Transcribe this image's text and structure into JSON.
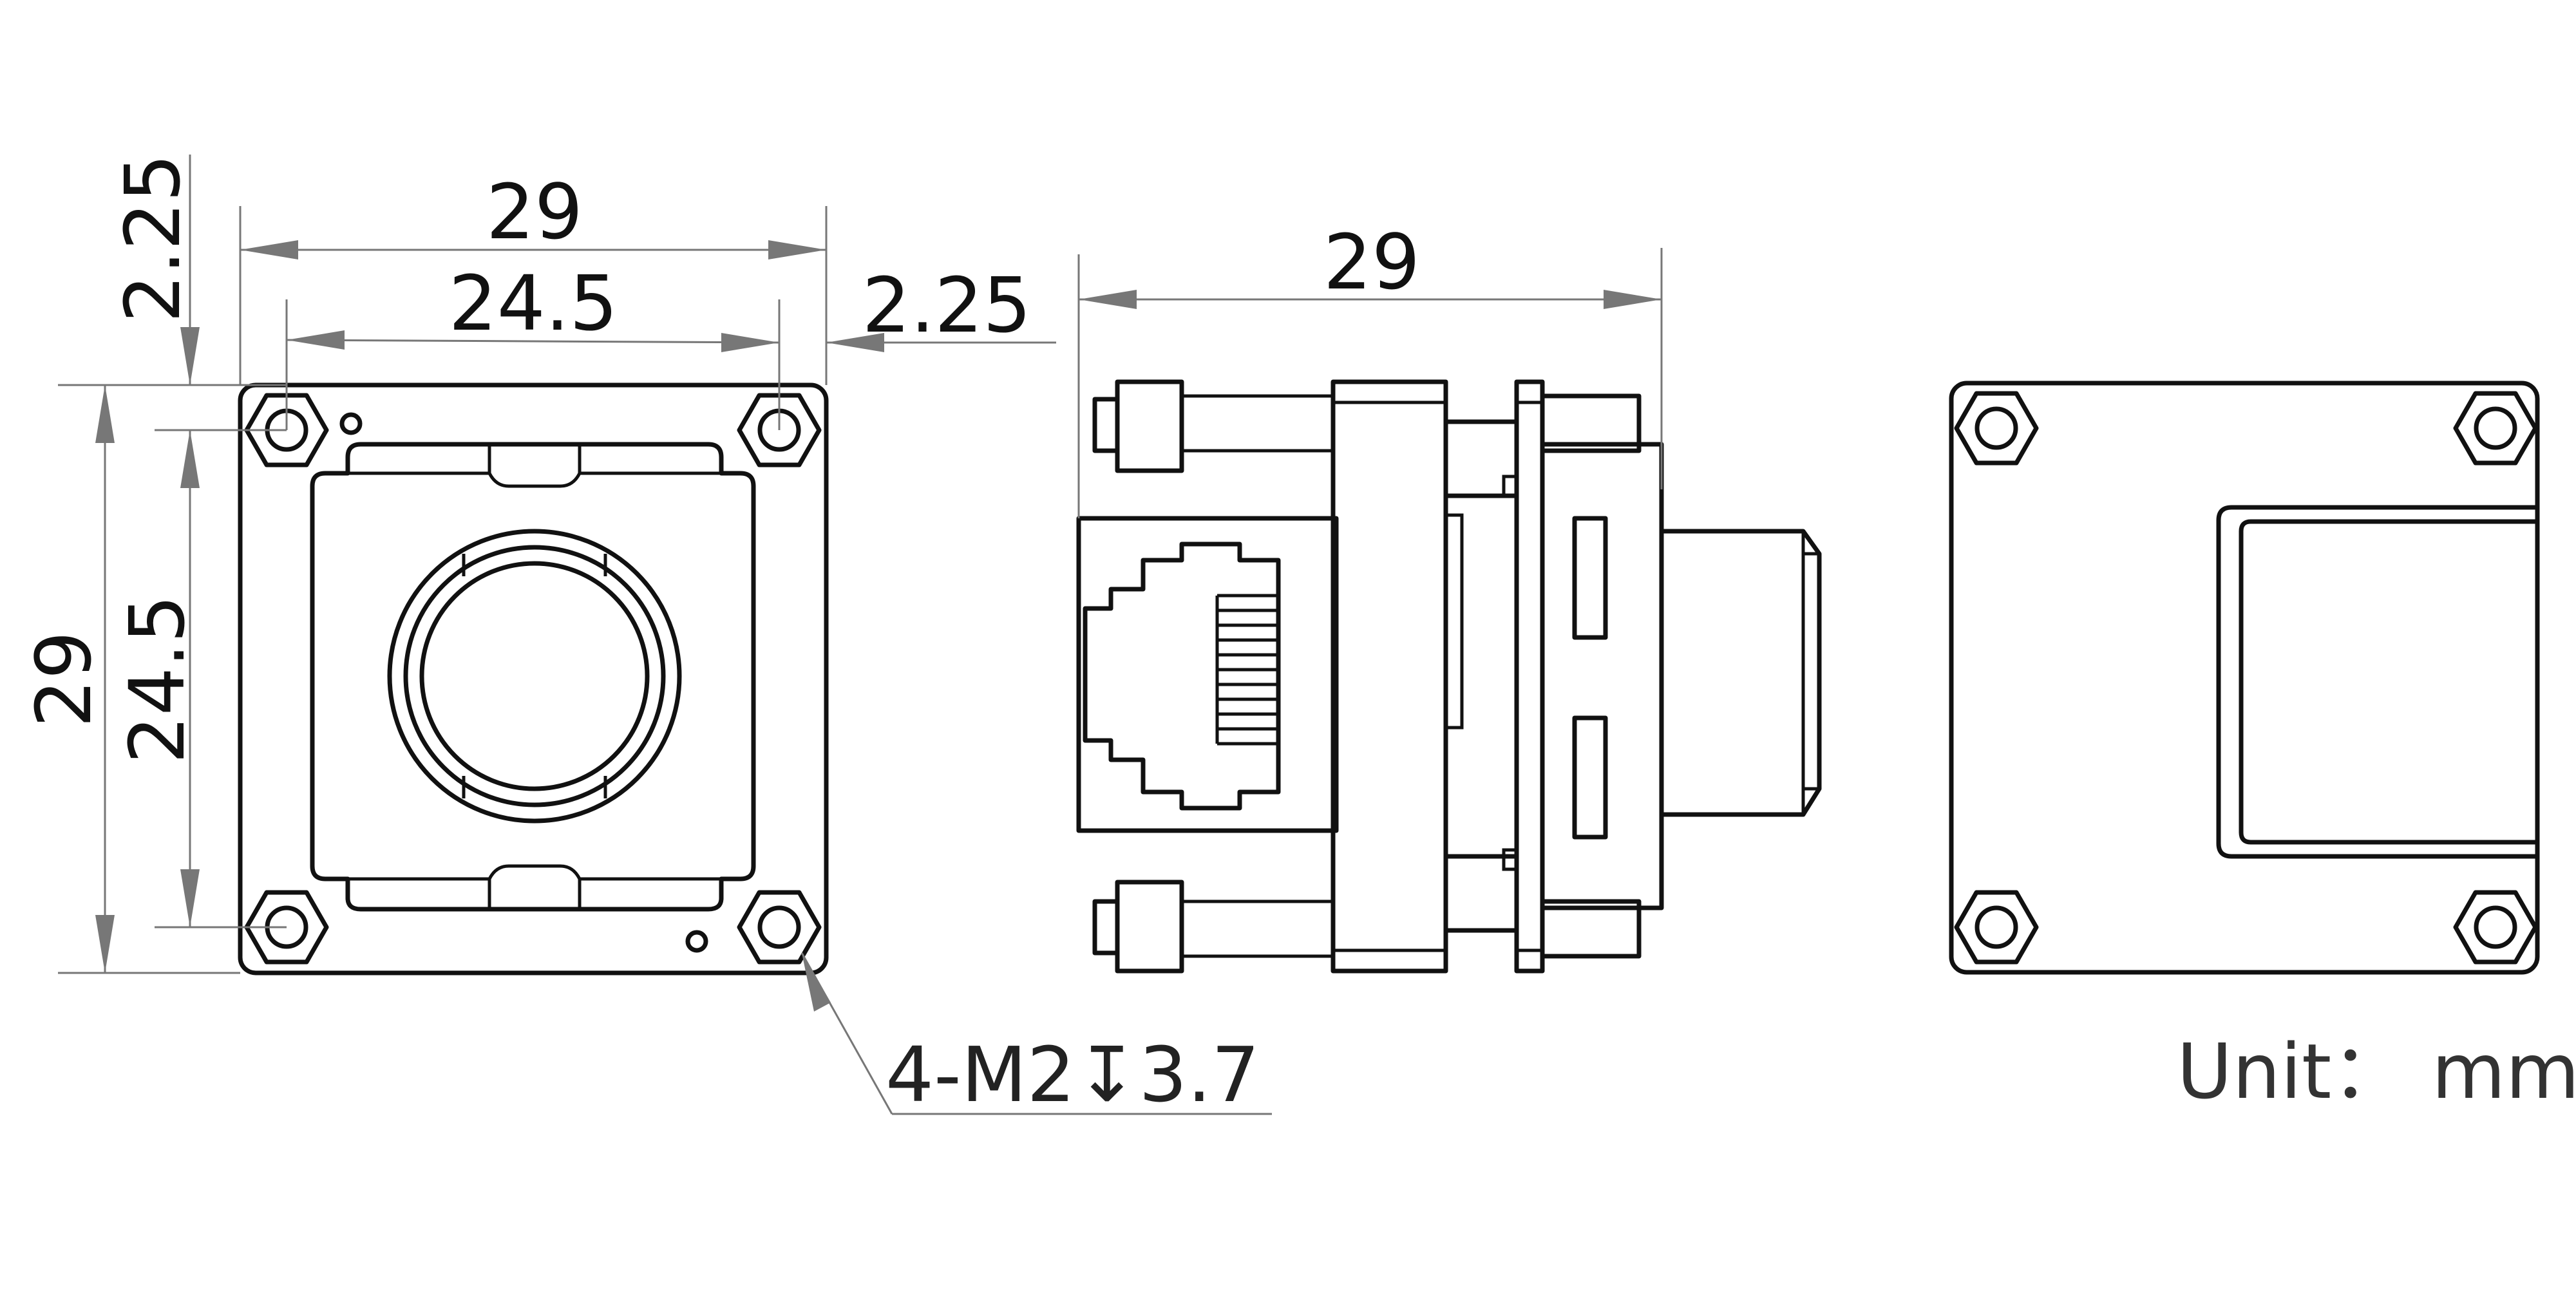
{
  "colors": {
    "line": "#111111",
    "dimension": "#777777",
    "background": "#ffffff"
  },
  "front_view": {
    "dim_width_outer": "29",
    "dim_width_holes": "24.5",
    "dim_offset_top": "2.25",
    "dim_offset_right": "2.25",
    "dim_height_outer": "29",
    "dim_height_holes": "24.5",
    "hole_callout": "4-M2↧3.7"
  },
  "side_view": {
    "dim_depth": "29"
  },
  "unit_label": "Unit： mm"
}
